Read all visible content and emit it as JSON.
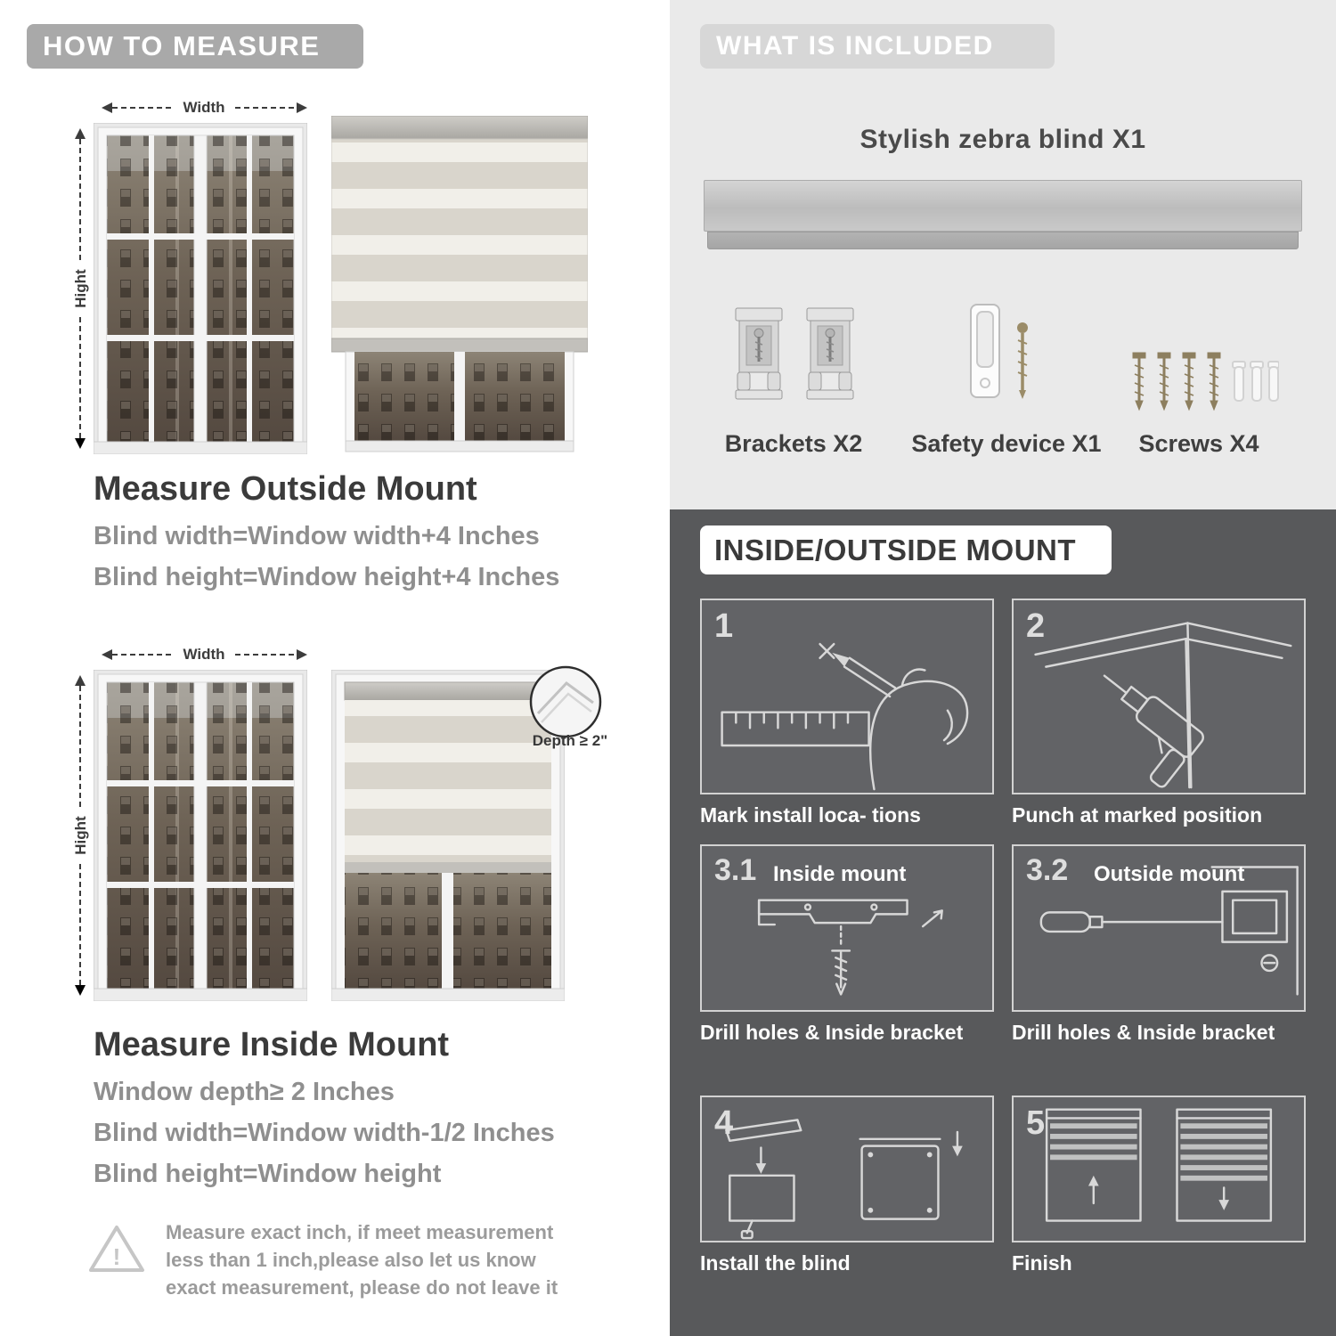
{
  "colors": {
    "badge_gray": "#a9a9a9",
    "light_section": "#eaeaea",
    "dark_section": "#58595b",
    "title_text": "#3b3b3b",
    "muted_text": "#8f8f8f"
  },
  "left": {
    "header": "HOW TO MEASURE",
    "outside": {
      "width_label": "Width",
      "height_label": "Hight",
      "title": "Measure Outside Mount",
      "lines": [
        "Blind width=Window width+4 Inches",
        "Blind height=Window height+4 Inches"
      ]
    },
    "inside": {
      "width_label": "Width",
      "height_label": "Hight",
      "depth_label": "Depth ≥ 2\"",
      "title": "Measure Inside Mount",
      "lines": [
        "Window depth≥ 2 Inches",
        "Blind width=Window width-1/2 Inches",
        "Blind height=Window height"
      ]
    },
    "warning_icon": "!",
    "warning": "Measure exact inch, if meet measurement less than 1 inch,please also let us know exact measurement, please do not leave it"
  },
  "right": {
    "included": {
      "header": "WHAT IS INCLUDED",
      "blind_label": "Stylish zebra blind X1",
      "items": [
        {
          "name": "brackets",
          "label": "Brackets X2"
        },
        {
          "name": "safety-device",
          "label": "Safety device X1"
        },
        {
          "name": "screws",
          "label": "Screws X4"
        }
      ]
    },
    "mount": {
      "header": "INSIDE/OUTSIDE MOUNT",
      "steps": [
        {
          "num": "1",
          "caption": "Mark install loca- tions"
        },
        {
          "num": "2",
          "caption": "Punch at  marked position"
        },
        {
          "num": "3.1",
          "label": "Inside mount",
          "caption": "Drill holes &  Inside bracket"
        },
        {
          "num": "3.2",
          "label": "Outside mount",
          "caption": "Drill holes &  Inside bracket"
        },
        {
          "num": "4",
          "caption": "Install the blind"
        },
        {
          "num": "5",
          "caption": "Finish"
        }
      ]
    }
  }
}
